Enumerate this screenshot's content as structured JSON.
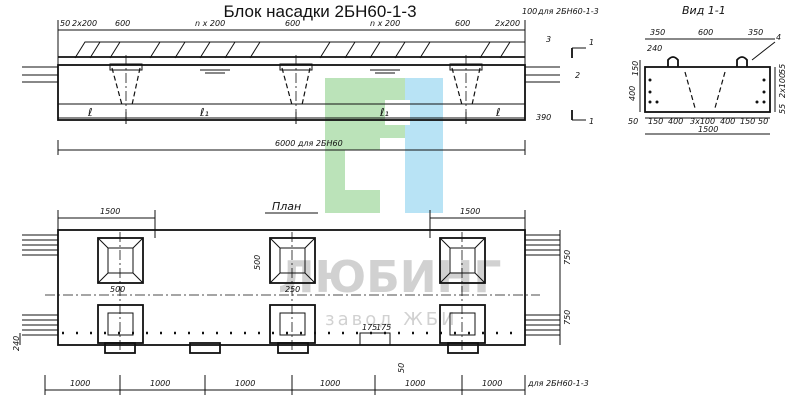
{
  "title": "Блок насадки 2БН60-1-3",
  "elevation": {
    "top_dims": [
      "50",
      "2x200",
      "600",
      "n x 200",
      "600",
      "n x 200",
      "600",
      "2x200",
      "100"
    ],
    "top_right_note": "для 2БН60-1-3",
    "markers": [
      "3",
      "2",
      "1",
      "1"
    ],
    "bottom_segments": [
      "ℓ",
      "ℓ₁",
      "ℓ₁",
      "ℓ"
    ],
    "right_dim": "390",
    "total": "6000 для 2БН60"
  },
  "section": {
    "title": "Вид 1-1",
    "top_dims": [
      "350",
      "600",
      "350"
    ],
    "mark": "4",
    "left_dims": [
      "240",
      "150",
      "400"
    ],
    "right_dims": [
      "55",
      "2x100",
      "55"
    ],
    "bottom_dims": [
      "50",
      "150",
      "400",
      "3x100",
      "400",
      "150",
      "50"
    ],
    "total": "1500"
  },
  "plan": {
    "title": "План",
    "top_dims": [
      "1500",
      "1500"
    ],
    "inner_dims": [
      "500",
      "500",
      "250",
      "175",
      "175"
    ],
    "left_dim": "240",
    "right_dims": [
      "750",
      "750"
    ],
    "side_dim": "50",
    "bottom_dims": [
      "1000",
      "1000",
      "1000",
      "1000",
      "1000",
      "1000"
    ],
    "bottom_note": "для 2БН60-1-3"
  },
  "watermark": {
    "name": "ЛЮБИНГ",
    "sub": "завод ЖБИ",
    "colors": {
      "green": "#8fd18c",
      "blue": "#8ad2f0",
      "gray": "#9a9a9a"
    }
  }
}
